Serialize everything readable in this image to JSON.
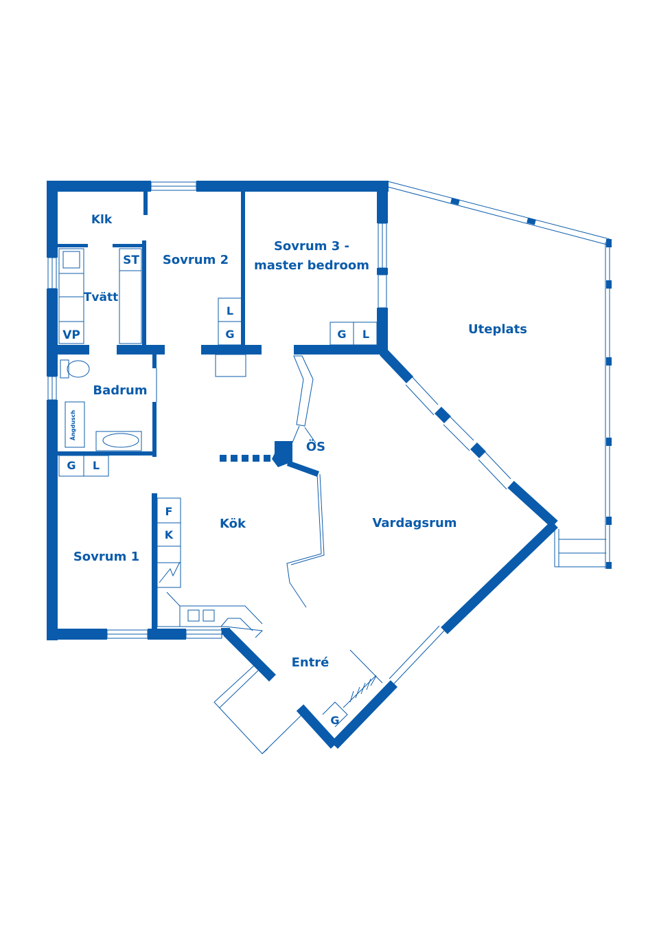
{
  "colors": {
    "primary": "#0a5bab",
    "background": "#ffffff"
  },
  "rooms": {
    "klk": "Klk",
    "st": "ST",
    "tvatt": "Tvätt",
    "vp": "VP",
    "sovrum2": "Sovrum 2",
    "sovrum3_line1": "Sovrum 3 -",
    "sovrum3_line2": "master bedroom",
    "uteplats": "Uteplats",
    "badrum": "Badrum",
    "angdusch": "Ångdusch",
    "os": "ÖS",
    "kok": "Kök",
    "vardagsrum": "Vardagsrum",
    "sovrum1": "Sovrum 1",
    "entre": "Entré"
  },
  "fixtures": {
    "g": "G",
    "l": "L",
    "f": "F",
    "k": "K"
  }
}
